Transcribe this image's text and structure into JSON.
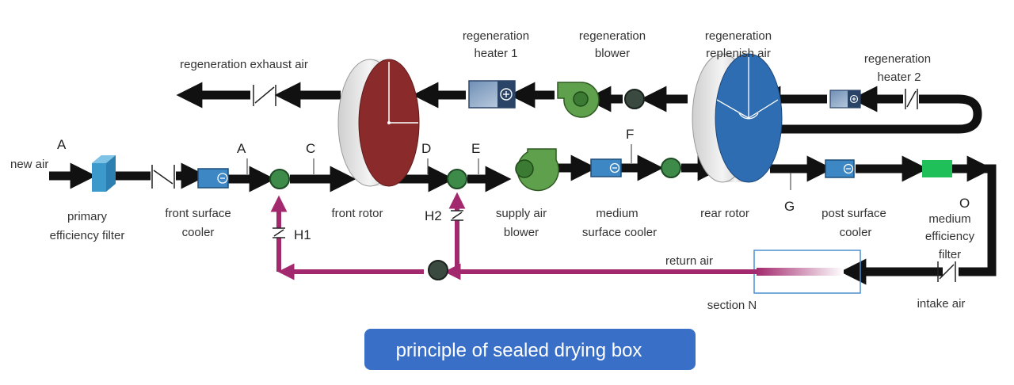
{
  "labels": {
    "new_air": "new air",
    "primary_filter": [
      "primary",
      "efficiency filter"
    ],
    "front_cooler": [
      "front surface",
      "cooler"
    ],
    "front_rotor": "front rotor",
    "supply_blower": [
      "supply air",
      "blower"
    ],
    "medium_cooler": [
      "medium",
      "surface cooler"
    ],
    "rear_rotor": "rear rotor",
    "post_cooler": [
      "post surface",
      "cooler"
    ],
    "medium_filter": [
      "medium",
      "efficiency",
      "filter"
    ],
    "intake_air": "intake air",
    "section_n": "section N",
    "return_air": "return air",
    "regen_exhaust": "regeneration exhaust air",
    "regen_heater1": [
      "regeneration",
      "heater 1"
    ],
    "regen_blower": [
      "regeneration",
      "blower"
    ],
    "regen_replenish": [
      "regeneration",
      "replenish air"
    ],
    "regen_heater2": [
      "regeneration",
      "heater 2"
    ]
  },
  "points": {
    "A1": "A",
    "A2": "A",
    "C": "C",
    "D": "D",
    "E": "E",
    "F": "F",
    "G": "G",
    "O": "O",
    "H1": "H1",
    "H2": "H2"
  },
  "title": "principle of sealed drying box",
  "colors": {
    "duct": "#111111",
    "return_duct": "#a3296e",
    "junction": "#3e8a48",
    "rotor_front": "#8b2a2a",
    "rotor_rear": "#2f6db3",
    "cooler": "#3d87c4",
    "blower": "#5fa04c",
    "medium_filter": "#1fbf5a",
    "title_bg": "#3a6fc8"
  }
}
